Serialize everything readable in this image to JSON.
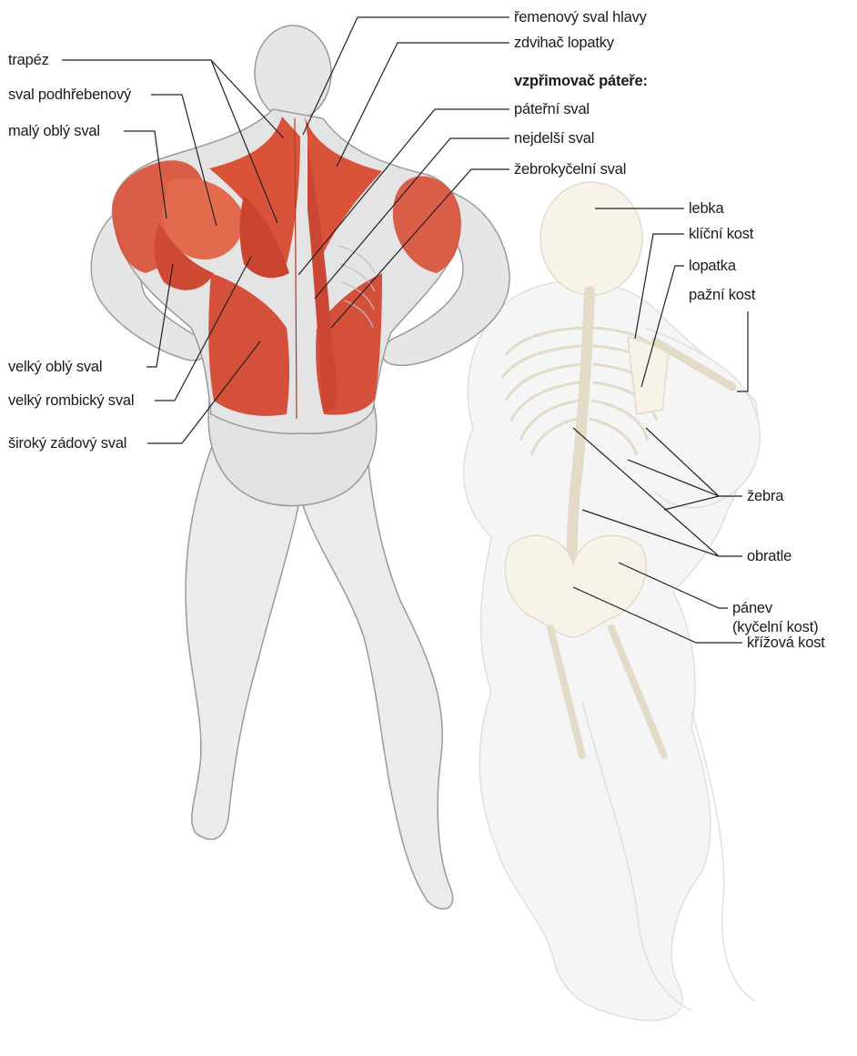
{
  "figure": {
    "colors": {
      "muscle": "#d9533a",
      "muscle_light": "#e8846a",
      "skin": "#e9e9e9",
      "skin_shadow": "#cfcfcf",
      "outline": "#9a9a9a",
      "bone": "#efe6cf",
      "bone_shadow": "#d8c9a4",
      "leader": "#222222"
    },
    "muscle_labels": {
      "trapez": "trapéz",
      "sval_podhrebenovy": "sval podhřebenový",
      "maly_obly_sval": "malý oblý sval",
      "velky_obly_sval": "velký oblý sval",
      "velky_rombicky_sval": "velký rombický sval",
      "siroky_zadovy_sval": "široký zádový sval",
      "remenovy_sval_hlavy": "řemenový sval hlavy",
      "zdvihac_lopatky": "zdvihač lopatky",
      "vzprimovac_patere": "vzpřimovač páteře:",
      "paterni_sval": "páteřní sval",
      "nejdelsi_sval": "nejdelší sval",
      "zebrokycelni_sval": "žebrokyčelní sval"
    },
    "skeleton_labels": {
      "lebka": "lebka",
      "klicni_kost": "klíční kost",
      "lopatka": "lopatka",
      "pazni_kost": "pažní kost",
      "zebra": "žebra",
      "obratle": "obratle",
      "panev": "pánev",
      "panev_sub": "(kyčelní kost)",
      "krizova_kost": "křížová kost"
    }
  }
}
